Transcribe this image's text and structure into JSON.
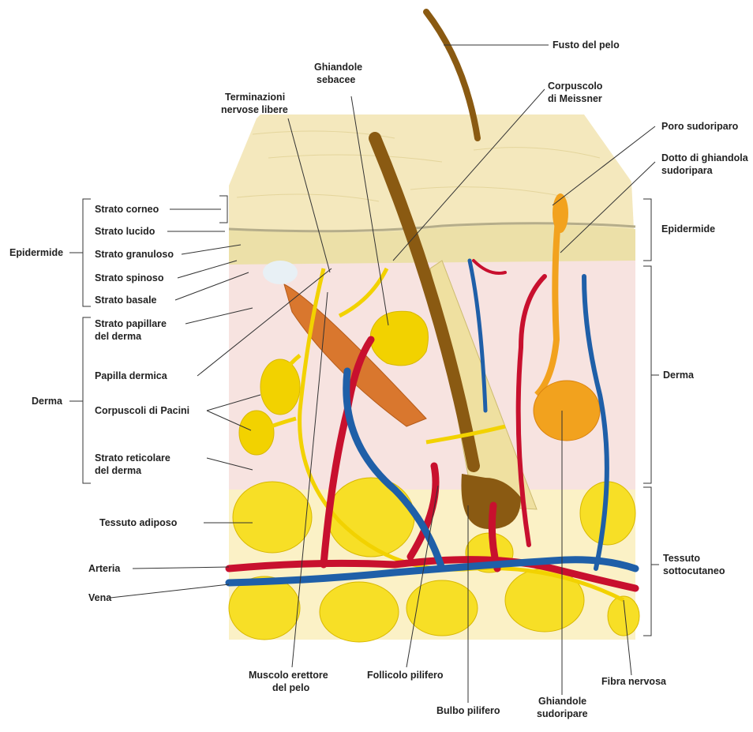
{
  "colors": {
    "epidermis": "#f2e7b8",
    "dermis": "#f7e3e0",
    "artery": "#c8102e",
    "vein": "#1f5fa8",
    "nerve": "#f2d200",
    "hair": "#8a5a12",
    "fat": "#f7df26",
    "muscle": "#d9772e",
    "gland": "#f2a21e"
  },
  "labels": {
    "fusto_pelo": "Fusto del pelo",
    "corpuscolo_meissner_1": "Corpuscolo",
    "corpuscolo_meissner_2": "di Meissner",
    "ghiandole_sebacee_1": "Ghiandole",
    "ghiandole_sebacee_2": "sebacee",
    "terminazioni_1": "Terminazioni",
    "terminazioni_2": "nervose libere",
    "poro_sudoriparo": "Poro sudoriparo",
    "dotto_1": "Dotto di ghiandola",
    "dotto_2": "sudoripara",
    "strato_corneo": "Strato corneo",
    "strato_lucido": "Strato lucido",
    "strato_granuloso": "Strato granuloso",
    "strato_spinoso": "Strato spinoso",
    "strato_basale": "Strato basale",
    "epidermide_left": "Epidermide",
    "epidermide_right": "Epidermide",
    "strato_papillare_1": "Strato papillare",
    "strato_papillare_2": "del derma",
    "papilla_dermica": "Papilla dermica",
    "derma_left": "Derma",
    "derma_right": "Derma",
    "corpuscoli_pacini": "Corpuscoli di Pacini",
    "strato_reticolare_1": "Strato reticolare",
    "strato_reticolare_2": "del derma",
    "tessuto_adiposo": "Tessuto adiposo",
    "arteria": "Arteria",
    "vena": "Vena",
    "tessuto_sotto_1": "Tessuto",
    "tessuto_sotto_2": "sottocutaneo",
    "muscolo_1": "Muscolo erettore",
    "muscolo_2": "del pelo",
    "follicolo": "Follicolo pilifero",
    "bulbo": "Bulbo pilifero",
    "ghiandole_sudoripare_1": "Ghiandole",
    "ghiandole_sudoripare_2": "sudoripare",
    "fibra_nervosa": "Fibra nervosa"
  }
}
